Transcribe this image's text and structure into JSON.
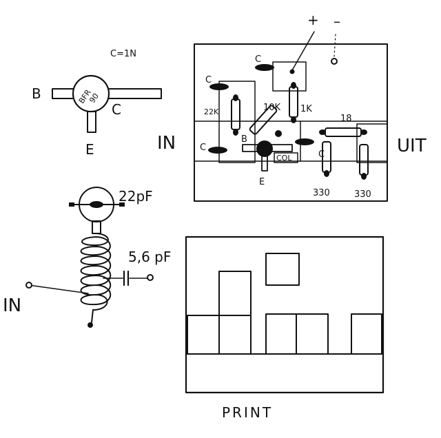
{
  "transistor": {
    "note": "C=1N",
    "type_line1": "BFR",
    "type_line2": "90",
    "pin_b": "B",
    "pin_c": "C",
    "pin_e": "E"
  },
  "coil": {
    "trimmer": "22pF",
    "coupling_cap": "5,6 pF",
    "input": "IN"
  },
  "circuit": {
    "supply_plus": "+",
    "supply_minus": "–",
    "input": "IN",
    "output": "UIT",
    "cap_label": "C",
    "r_22k": "22K",
    "r_10k": "10K",
    "r_1k": "1K",
    "r_18": "18",
    "r_330a": "330",
    "r_330b": "330",
    "base": "B",
    "emitter": "E",
    "col": "COL"
  },
  "pcb": {
    "title": "PRINT"
  }
}
